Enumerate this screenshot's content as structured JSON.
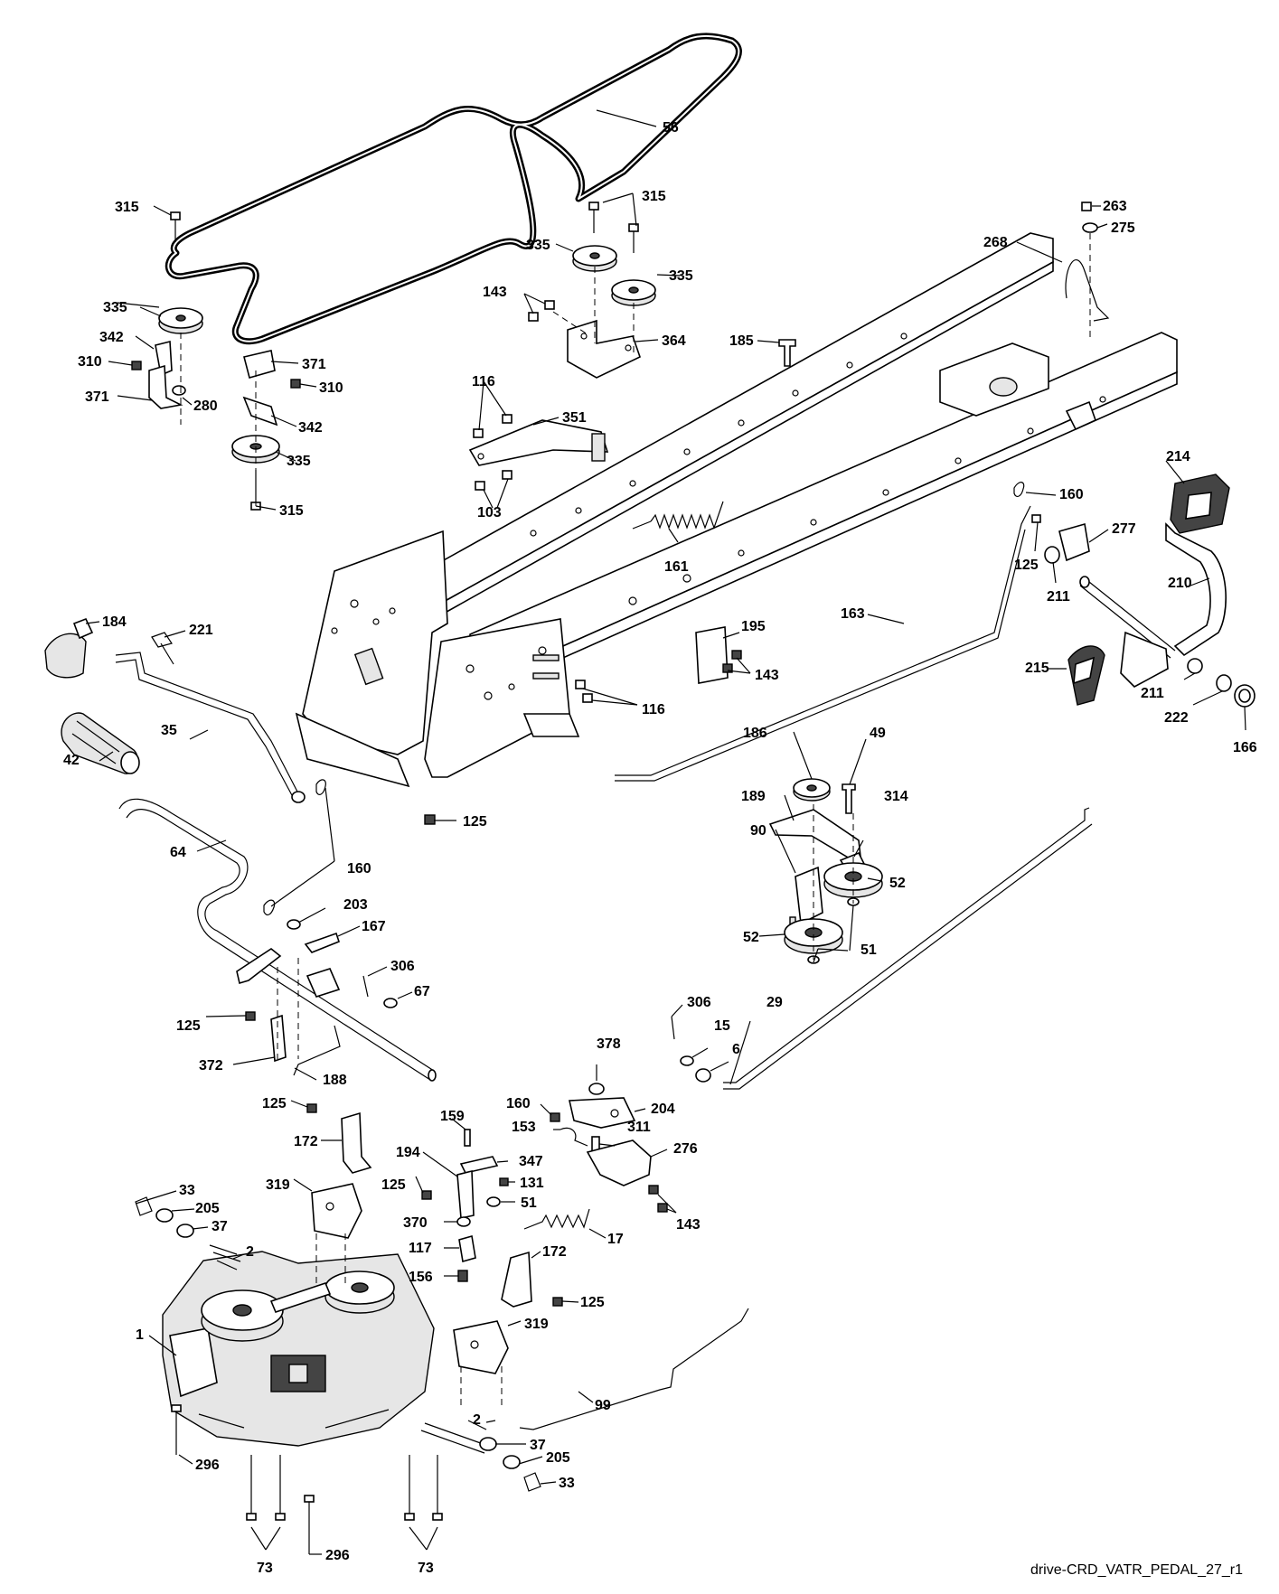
{
  "diagram": {
    "footer_code": "drive-CRD_VATR_PEDAL_27_r1",
    "labels": [
      {
        "id": "56",
        "text": "56"
      },
      {
        "id": "315a",
        "text": "315"
      },
      {
        "id": "315b",
        "text": "315"
      },
      {
        "id": "315c",
        "text": "315"
      },
      {
        "id": "263",
        "text": "263"
      },
      {
        "id": "275",
        "text": "275"
      },
      {
        "id": "268",
        "text": "268"
      },
      {
        "id": "335a",
        "text": "335"
      },
      {
        "id": "335b",
        "text": "335"
      },
      {
        "id": "335c",
        "text": "335"
      },
      {
        "id": "335d",
        "text": "335"
      },
      {
        "id": "143a",
        "text": "143"
      },
      {
        "id": "364",
        "text": "364"
      },
      {
        "id": "185",
        "text": "185"
      },
      {
        "id": "342a",
        "text": "342"
      },
      {
        "id": "310a",
        "text": "310"
      },
      {
        "id": "371a",
        "text": "371"
      },
      {
        "id": "280",
        "text": "280"
      },
      {
        "id": "371b",
        "text": "371"
      },
      {
        "id": "310b",
        "text": "310"
      },
      {
        "id": "342b",
        "text": "342"
      },
      {
        "id": "116a",
        "text": "116"
      },
      {
        "id": "351",
        "text": "351"
      },
      {
        "id": "103",
        "text": "103"
      },
      {
        "id": "214",
        "text": "214"
      },
      {
        "id": "160a",
        "text": "160"
      },
      {
        "id": "277",
        "text": "277"
      },
      {
        "id": "161",
        "text": "161"
      },
      {
        "id": "125a",
        "text": "125"
      },
      {
        "id": "211a",
        "text": "211"
      },
      {
        "id": "210",
        "text": "210"
      },
      {
        "id": "184",
        "text": "184"
      },
      {
        "id": "221",
        "text": "221"
      },
      {
        "id": "163",
        "text": "163"
      },
      {
        "id": "195",
        "text": "195"
      },
      {
        "id": "143b",
        "text": "143"
      },
      {
        "id": "215",
        "text": "215"
      },
      {
        "id": "211b",
        "text": "211"
      },
      {
        "id": "116b",
        "text": "116"
      },
      {
        "id": "222",
        "text": "222"
      },
      {
        "id": "166",
        "text": "166"
      },
      {
        "id": "35",
        "text": "35"
      },
      {
        "id": "186",
        "text": "186"
      },
      {
        "id": "49",
        "text": "49"
      },
      {
        "id": "42",
        "text": "42"
      },
      {
        "id": "189",
        "text": "189"
      },
      {
        "id": "314",
        "text": "314"
      },
      {
        "id": "125b",
        "text": "125"
      },
      {
        "id": "64",
        "text": "64"
      },
      {
        "id": "90",
        "text": "90"
      },
      {
        "id": "160b",
        "text": "160"
      },
      {
        "id": "52a",
        "text": "52"
      },
      {
        "id": "203",
        "text": "203"
      },
      {
        "id": "167",
        "text": "167"
      },
      {
        "id": "52b",
        "text": "52"
      },
      {
        "id": "51a",
        "text": "51"
      },
      {
        "id": "306a",
        "text": "306"
      },
      {
        "id": "67",
        "text": "67"
      },
      {
        "id": "306b",
        "text": "306"
      },
      {
        "id": "29",
        "text": "29"
      },
      {
        "id": "15",
        "text": "15"
      },
      {
        "id": "6",
        "text": "6"
      },
      {
        "id": "125c",
        "text": "125"
      },
      {
        "id": "372",
        "text": "372"
      },
      {
        "id": "188",
        "text": "188"
      },
      {
        "id": "378",
        "text": "378"
      },
      {
        "id": "125d",
        "text": "125"
      },
      {
        "id": "160c",
        "text": "160"
      },
      {
        "id": "204",
        "text": "204"
      },
      {
        "id": "159",
        "text": "159"
      },
      {
        "id": "153",
        "text": "153"
      },
      {
        "id": "311",
        "text": "311"
      },
      {
        "id": "172a",
        "text": "172"
      },
      {
        "id": "347",
        "text": "347"
      },
      {
        "id": "276",
        "text": "276"
      },
      {
        "id": "194",
        "text": "194"
      },
      {
        "id": "131",
        "text": "131"
      },
      {
        "id": "319a",
        "text": "319"
      },
      {
        "id": "125e",
        "text": "125"
      },
      {
        "id": "51b",
        "text": "51"
      },
      {
        "id": "143c",
        "text": "143"
      },
      {
        "id": "33a",
        "text": "33"
      },
      {
        "id": "205a",
        "text": "205"
      },
      {
        "id": "370",
        "text": "370"
      },
      {
        "id": "17",
        "text": "17"
      },
      {
        "id": "37a",
        "text": "37"
      },
      {
        "id": "117",
        "text": "117"
      },
      {
        "id": "2a",
        "text": "2"
      },
      {
        "id": "172b",
        "text": "172"
      },
      {
        "id": "156",
        "text": "156"
      },
      {
        "id": "125f",
        "text": "125"
      },
      {
        "id": "319b",
        "text": "319"
      },
      {
        "id": "1",
        "text": "1"
      },
      {
        "id": "99",
        "text": "99"
      },
      {
        "id": "2b",
        "text": "2"
      },
      {
        "id": "296a",
        "text": "296"
      },
      {
        "id": "37b",
        "text": "37"
      },
      {
        "id": "205b",
        "text": "205"
      },
      {
        "id": "33b",
        "text": "33"
      },
      {
        "id": "296b",
        "text": "296"
      },
      {
        "id": "73a",
        "text": "73"
      },
      {
        "id": "73b",
        "text": "73"
      }
    ]
  }
}
